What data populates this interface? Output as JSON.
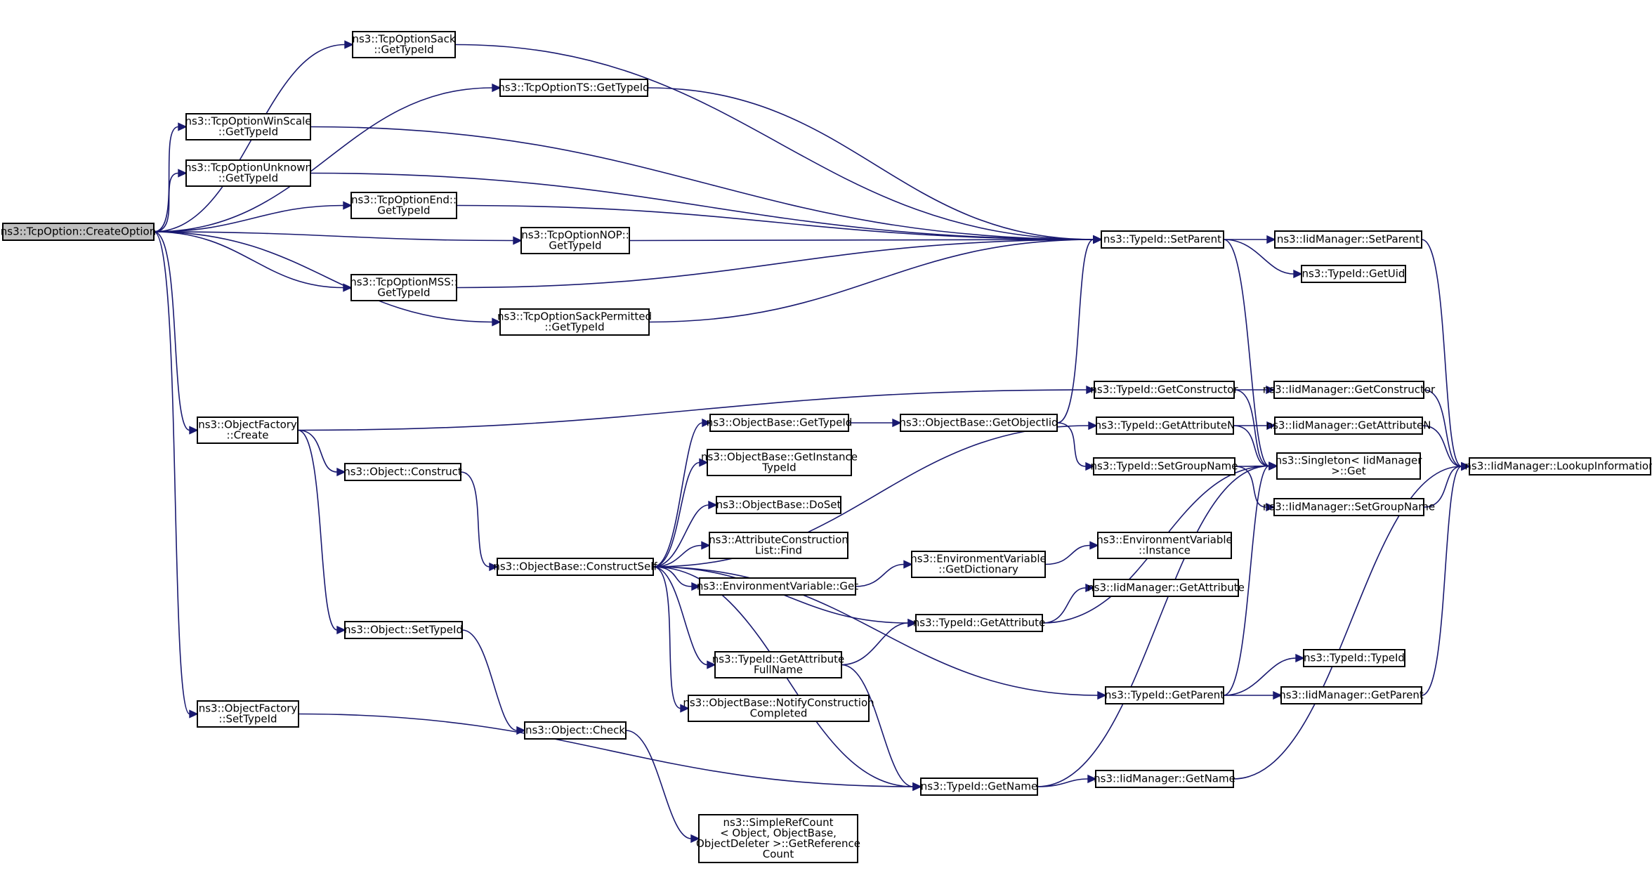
{
  "colors": {
    "edge": "#191970",
    "node_border": "#000000",
    "root_fill": "#bfbfbf",
    "node_fill": "#ffffff"
  },
  "nodes": [
    {
      "id": "createoption",
      "lines": [
        "ns3::TcpOption::CreateOption"
      ],
      "root": true
    },
    {
      "id": "sack_gettypeid",
      "lines": [
        "ns3::TcpOptionSack",
        "::GetTypeId"
      ]
    },
    {
      "id": "ts_gettypeid",
      "lines": [
        "ns3::TcpOptionTS::GetTypeId"
      ]
    },
    {
      "id": "winscale_gettypeid",
      "lines": [
        "ns3::TcpOptionWinScale",
        "::GetTypeId"
      ]
    },
    {
      "id": "unknown_gettypeid",
      "lines": [
        "ns3::TcpOptionUnknown",
        "::GetTypeId"
      ]
    },
    {
      "id": "end_gettypeid",
      "lines": [
        "ns3::TcpOptionEnd::",
        "GetTypeId"
      ]
    },
    {
      "id": "nop_gettypeid",
      "lines": [
        "ns3::TcpOptionNOP::",
        "GetTypeId"
      ]
    },
    {
      "id": "mss_gettypeid",
      "lines": [
        "ns3::TcpOptionMSS::",
        "GetTypeId"
      ]
    },
    {
      "id": "sackperm_gettypeid",
      "lines": [
        "ns3::TcpOptionSackPermitted",
        "::GetTypeId"
      ]
    },
    {
      "id": "typeid_setparent",
      "lines": [
        "ns3::TypeId::SetParent"
      ]
    },
    {
      "id": "iidmgr_setparent",
      "lines": [
        "ns3::IidManager::SetParent"
      ]
    },
    {
      "id": "typeid_getuid",
      "lines": [
        "ns3::TypeId::GetUid"
      ]
    },
    {
      "id": "objfactory_create",
      "lines": [
        "ns3::ObjectFactory",
        "::Create"
      ]
    },
    {
      "id": "typeid_getconstructor",
      "lines": [
        "ns3::TypeId::GetConstructor"
      ]
    },
    {
      "id": "iidmgr_getconstructor",
      "lines": [
        "ns3::IidManager::GetConstructor"
      ]
    },
    {
      "id": "objectbase_gettypeid",
      "lines": [
        "ns3::ObjectBase::GetTypeId"
      ]
    },
    {
      "id": "objectbase_getobjectiid",
      "lines": [
        "ns3::ObjectBase::GetObjectIid"
      ]
    },
    {
      "id": "typeid_getattributen",
      "lines": [
        "ns3::TypeId::GetAttributeN"
      ]
    },
    {
      "id": "iidmgr_getattributen",
      "lines": [
        "ns3::IidManager::GetAttributeN"
      ]
    },
    {
      "id": "singleton_get",
      "lines": [
        "ns3::Singleton< IidManager",
        ">::Get"
      ]
    },
    {
      "id": "iidmgr_lookupinformation",
      "lines": [
        "ns3::IidManager::LookupInformation"
      ]
    },
    {
      "id": "object_construct",
      "lines": [
        "ns3::Object::Construct"
      ]
    },
    {
      "id": "objectbase_getinstancetypeid",
      "lines": [
        "ns3::ObjectBase::GetInstance",
        "TypeId"
      ]
    },
    {
      "id": "typeid_setgroupname",
      "lines": [
        "ns3::TypeId::SetGroupName"
      ]
    },
    {
      "id": "iidmgr_setgroupname",
      "lines": [
        "ns3::IidManager::SetGroupName"
      ]
    },
    {
      "id": "objectbase_doset",
      "lines": [
        "ns3::ObjectBase::DoSet"
      ]
    },
    {
      "id": "attrconstlist_find",
      "lines": [
        "ns3::AttributeConstruction",
        "List::Find"
      ]
    },
    {
      "id": "envvar_instance",
      "lines": [
        "ns3::EnvironmentVariable",
        "::Instance"
      ]
    },
    {
      "id": "envvar_getdictionary",
      "lines": [
        "ns3::EnvironmentVariable",
        "::GetDictionary"
      ]
    },
    {
      "id": "objectbase_constructself",
      "lines": [
        "ns3::ObjectBase::ConstructSelf"
      ]
    },
    {
      "id": "envvar_get",
      "lines": [
        "ns3::EnvironmentVariable::Get"
      ]
    },
    {
      "id": "iidmgr_getattribute",
      "lines": [
        "ns3::IidManager::GetAttribute"
      ]
    },
    {
      "id": "typeid_getattribute",
      "lines": [
        "ns3::TypeId::GetAttribute"
      ]
    },
    {
      "id": "object_settypeid",
      "lines": [
        "ns3::Object::SetTypeId"
      ]
    },
    {
      "id": "typeid_typeid",
      "lines": [
        "ns3::TypeId::TypeId"
      ]
    },
    {
      "id": "typeid_getattributefullname",
      "lines": [
        "ns3::TypeId::GetAttribute",
        "FullName"
      ]
    },
    {
      "id": "typeid_getparent",
      "lines": [
        "ns3::TypeId::GetParent"
      ]
    },
    {
      "id": "iidmgr_getparent",
      "lines": [
        "ns3::IidManager::GetParent"
      ]
    },
    {
      "id": "objectbase_notifyconstructioncompleted",
      "lines": [
        "ns3::ObjectBase::NotifyConstruction",
        "Completed"
      ]
    },
    {
      "id": "objfactory_settypeid",
      "lines": [
        "ns3::ObjectFactory",
        "::SetTypeId"
      ]
    },
    {
      "id": "object_check",
      "lines": [
        "ns3::Object::Check"
      ]
    },
    {
      "id": "typeid_getname",
      "lines": [
        "ns3::TypeId::GetName"
      ]
    },
    {
      "id": "iidmgr_getname",
      "lines": [
        "ns3::IidManager::GetName"
      ]
    },
    {
      "id": "simplerefcount_getreferencecount",
      "lines": [
        "ns3::SimpleRefCount",
        "< Object, ObjectBase,",
        "ObjectDeleter >::GetReference",
        "Count"
      ]
    }
  ],
  "edges": [
    [
      "createoption",
      "sack_gettypeid"
    ],
    [
      "createoption",
      "ts_gettypeid"
    ],
    [
      "createoption",
      "winscale_gettypeid"
    ],
    [
      "createoption",
      "unknown_gettypeid"
    ],
    [
      "createoption",
      "end_gettypeid"
    ],
    [
      "createoption",
      "nop_gettypeid"
    ],
    [
      "createoption",
      "mss_gettypeid"
    ],
    [
      "createoption",
      "sackperm_gettypeid"
    ],
    [
      "createoption",
      "objfactory_create"
    ],
    [
      "createoption",
      "objfactory_settypeid"
    ],
    [
      "sack_gettypeid",
      "typeid_setparent"
    ],
    [
      "ts_gettypeid",
      "typeid_setparent"
    ],
    [
      "winscale_gettypeid",
      "typeid_setparent"
    ],
    [
      "unknown_gettypeid",
      "typeid_setparent"
    ],
    [
      "end_gettypeid",
      "typeid_setparent"
    ],
    [
      "nop_gettypeid",
      "typeid_setparent"
    ],
    [
      "mss_gettypeid",
      "typeid_setparent"
    ],
    [
      "sackperm_gettypeid",
      "typeid_setparent"
    ],
    [
      "typeid_setparent",
      "iidmgr_setparent"
    ],
    [
      "typeid_setparent",
      "typeid_getuid"
    ],
    [
      "typeid_setparent",
      "singleton_get"
    ],
    [
      "iidmgr_setparent",
      "iidmgr_lookupinformation"
    ],
    [
      "objfactory_create",
      "typeid_getconstructor"
    ],
    [
      "objfactory_create",
      "object_construct"
    ],
    [
      "objfactory_create",
      "object_settypeid"
    ],
    [
      "typeid_getconstructor",
      "iidmgr_getconstructor"
    ],
    [
      "typeid_getconstructor",
      "singleton_get"
    ],
    [
      "iidmgr_getconstructor",
      "iidmgr_lookupinformation"
    ],
    [
      "object_construct",
      "objectbase_constructself"
    ],
    [
      "objectbase_constructself",
      "typeid_getattributen"
    ],
    [
      "objectbase_constructself",
      "objectbase_gettypeid"
    ],
    [
      "objectbase_constructself",
      "objectbase_getinstancetypeid"
    ],
    [
      "objectbase_constructself",
      "objectbase_doset"
    ],
    [
      "objectbase_constructself",
      "attrconstlist_find"
    ],
    [
      "objectbase_constructself",
      "envvar_get"
    ],
    [
      "objectbase_constructself",
      "typeid_getattribute"
    ],
    [
      "objectbase_constructself",
      "typeid_getattributefullname"
    ],
    [
      "objectbase_constructself",
      "objectbase_notifyconstructioncompleted"
    ],
    [
      "objectbase_constructself",
      "typeid_getparent"
    ],
    [
      "objectbase_constructself",
      "typeid_getname"
    ],
    [
      "objectbase_gettypeid",
      "objectbase_getobjectiid"
    ],
    [
      "objectbase_getobjectiid",
      "typeid_setparent"
    ],
    [
      "objectbase_getobjectiid",
      "typeid_setgroupname"
    ],
    [
      "typeid_getattributen",
      "iidmgr_getattributen"
    ],
    [
      "typeid_getattributen",
      "singleton_get"
    ],
    [
      "iidmgr_getattributen",
      "iidmgr_lookupinformation"
    ],
    [
      "typeid_setgroupname",
      "singleton_get"
    ],
    [
      "typeid_setgroupname",
      "iidmgr_setgroupname"
    ],
    [
      "iidmgr_setgroupname",
      "iidmgr_lookupinformation"
    ],
    [
      "envvar_get",
      "envvar_getdictionary"
    ],
    [
      "envvar_getdictionary",
      "envvar_instance"
    ],
    [
      "typeid_getattribute",
      "iidmgr_getattribute"
    ],
    [
      "typeid_getattribute",
      "singleton_get"
    ],
    [
      "typeid_getattributefullname",
      "typeid_getattribute"
    ],
    [
      "typeid_getattributefullname",
      "typeid_getname"
    ],
    [
      "typeid_getparent",
      "singleton_get"
    ],
    [
      "typeid_getparent",
      "typeid_typeid"
    ],
    [
      "typeid_getparent",
      "iidmgr_getparent"
    ],
    [
      "iidmgr_getparent",
      "iidmgr_lookupinformation"
    ],
    [
      "typeid_getname",
      "singleton_get"
    ],
    [
      "typeid_getname",
      "iidmgr_getname"
    ],
    [
      "iidmgr_getname",
      "iidmgr_lookupinformation"
    ],
    [
      "object_settypeid",
      "object_check"
    ],
    [
      "object_check",
      "simplerefcount_getreferencecount"
    ],
    [
      "objfactory_settypeid",
      "typeid_getname"
    ]
  ]
}
